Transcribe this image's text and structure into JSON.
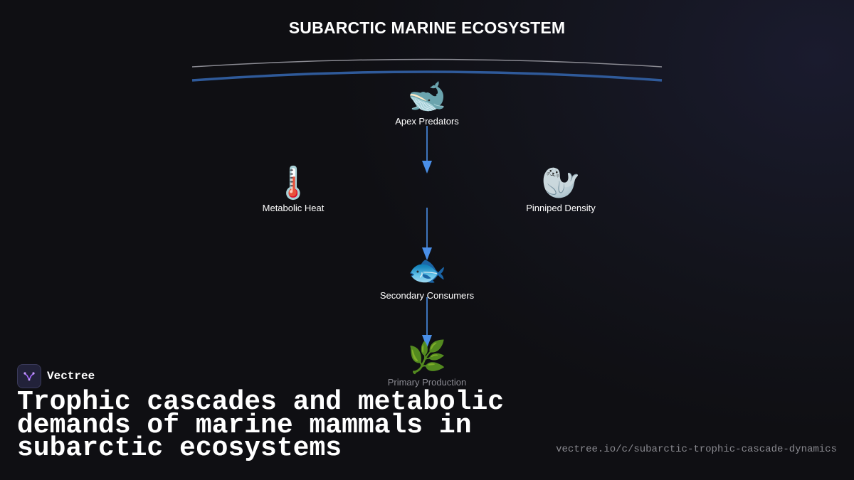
{
  "diagram": {
    "title": "SUBARCTIC MARINE ECOSYSTEM",
    "nodes": [
      {
        "id": "apex",
        "icon": "whale-icon",
        "emoji": "🐋",
        "label": "Apex Predators"
      },
      {
        "id": "heat",
        "icon": "thermometer-icon",
        "emoji": "🌡️",
        "label": "Metabolic Heat"
      },
      {
        "id": "pinniped",
        "icon": "seal-icon",
        "emoji": "🦭",
        "label": "Pinniped Density"
      },
      {
        "id": "secondary",
        "icon": "fish-icon",
        "emoji": "🐟",
        "label": "Secondary Consumers"
      },
      {
        "id": "primary",
        "icon": "herb-icon",
        "emoji": "🌿",
        "label": "Primary Production"
      }
    ],
    "edges": [
      {
        "from": "apex",
        "to": "pinniped-level"
      },
      {
        "from": "pinniped-level",
        "to": "secondary"
      },
      {
        "from": "secondary",
        "to": "primary"
      }
    ],
    "colors": {
      "arrow": "#4a8fe8",
      "surface_line": "#2f5a9a",
      "surface_line_top": "#8a8a92"
    }
  },
  "footer": {
    "brand_name": "Vectree",
    "headline": "Trophic cascades and metabolic demands of marine mammals in subarctic ecosystems",
    "url": "vectree.io/c/subarctic-trophic-cascade-dynamics"
  }
}
